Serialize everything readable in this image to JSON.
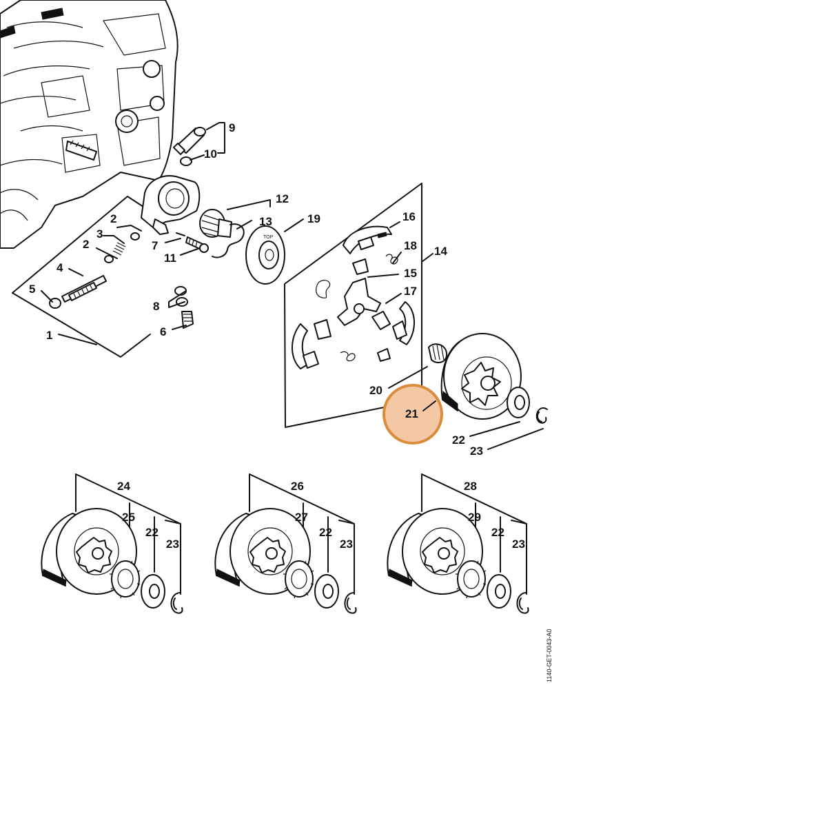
{
  "document_code": "1140-GET-0043-A0",
  "highlight": {
    "label": "21",
    "fill": "#f4c8a4",
    "ring": "#d98c3c"
  },
  "callouts": [
    {
      "id": "1",
      "label": "1"
    },
    {
      "id": "2a",
      "label": "2"
    },
    {
      "id": "2b",
      "label": "2"
    },
    {
      "id": "3",
      "label": "3"
    },
    {
      "id": "4",
      "label": "4"
    },
    {
      "id": "5",
      "label": "5"
    },
    {
      "id": "6",
      "label": "6"
    },
    {
      "id": "7",
      "label": "7"
    },
    {
      "id": "8",
      "label": "8"
    },
    {
      "id": "9",
      "label": "9"
    },
    {
      "id": "10",
      "label": "10"
    },
    {
      "id": "11",
      "label": "11"
    },
    {
      "id": "12",
      "label": "12"
    },
    {
      "id": "13",
      "label": "13"
    },
    {
      "id": "14",
      "label": "14"
    },
    {
      "id": "15",
      "label": "15"
    },
    {
      "id": "16",
      "label": "16"
    },
    {
      "id": "17",
      "label": "17"
    },
    {
      "id": "18",
      "label": "18"
    },
    {
      "id": "19",
      "label": "19"
    },
    {
      "id": "20",
      "label": "20"
    },
    {
      "id": "22",
      "label": "22"
    },
    {
      "id": "23",
      "label": "23"
    },
    {
      "id": "24",
      "label": "24"
    },
    {
      "id": "25",
      "label": "25"
    },
    {
      "id": "22b",
      "label": "22"
    },
    {
      "id": "23b",
      "label": "23"
    },
    {
      "id": "26",
      "label": "26"
    },
    {
      "id": "27",
      "label": "27"
    },
    {
      "id": "22c",
      "label": "22"
    },
    {
      "id": "23c",
      "label": "23"
    },
    {
      "id": "28",
      "label": "28"
    },
    {
      "id": "29",
      "label": "29"
    },
    {
      "id": "22d",
      "label": "22"
    },
    {
      "id": "23d",
      "label": "23"
    }
  ],
  "part_marks": {
    "thrust_plate": "TOP"
  }
}
